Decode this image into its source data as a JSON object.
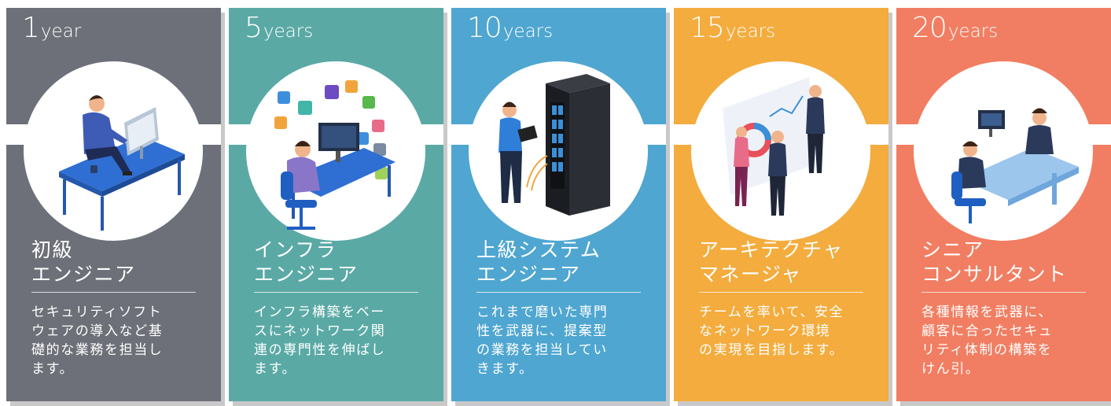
{
  "cards": [
    {
      "num": "1",
      "unit": "year",
      "color": "#6d7078",
      "title": [
        "初級",
        "エンジニア"
      ],
      "desc": [
        "セキュリティソフト",
        "ウェアの導入など基",
        "礎的な業務を担当し",
        "ます。"
      ],
      "align": "left"
    },
    {
      "num": "5",
      "unit": "years",
      "color": "#5aa9a5",
      "title": [
        "インフラ",
        "エンジニア"
      ],
      "desc": [
        "インフラ構築をベー",
        "スにネットワーク関",
        "連の専門性を伸ばし",
        "ます。"
      ],
      "align": "left"
    },
    {
      "num": "10",
      "unit": "years",
      "color": "#4fa6d0",
      "title": [
        "上級システム",
        "エンジニア"
      ],
      "desc": [
        "これまで磨いた専門",
        "性を武器に、提案型",
        "の業務を担当してい",
        "きます。"
      ],
      "align": "left"
    },
    {
      "num": "15",
      "unit": "years",
      "color": "#f3ac3d",
      "title": [
        "アーキテクチャ",
        "マネージャ"
      ],
      "desc": [
        "チームを率いて、安全",
        "なネットワーク環境",
        "の実現を目指します。"
      ],
      "align": "left"
    },
    {
      "num": "20",
      "unit": "years",
      "color": "#f17e62",
      "title": [
        "シニア",
        "コンサルタント"
      ],
      "desc": [
        "各種情報を武器に、",
        "顧客に合ったセキュ",
        "リティ体制の構築を",
        "けん引。"
      ],
      "align": "left"
    }
  ]
}
